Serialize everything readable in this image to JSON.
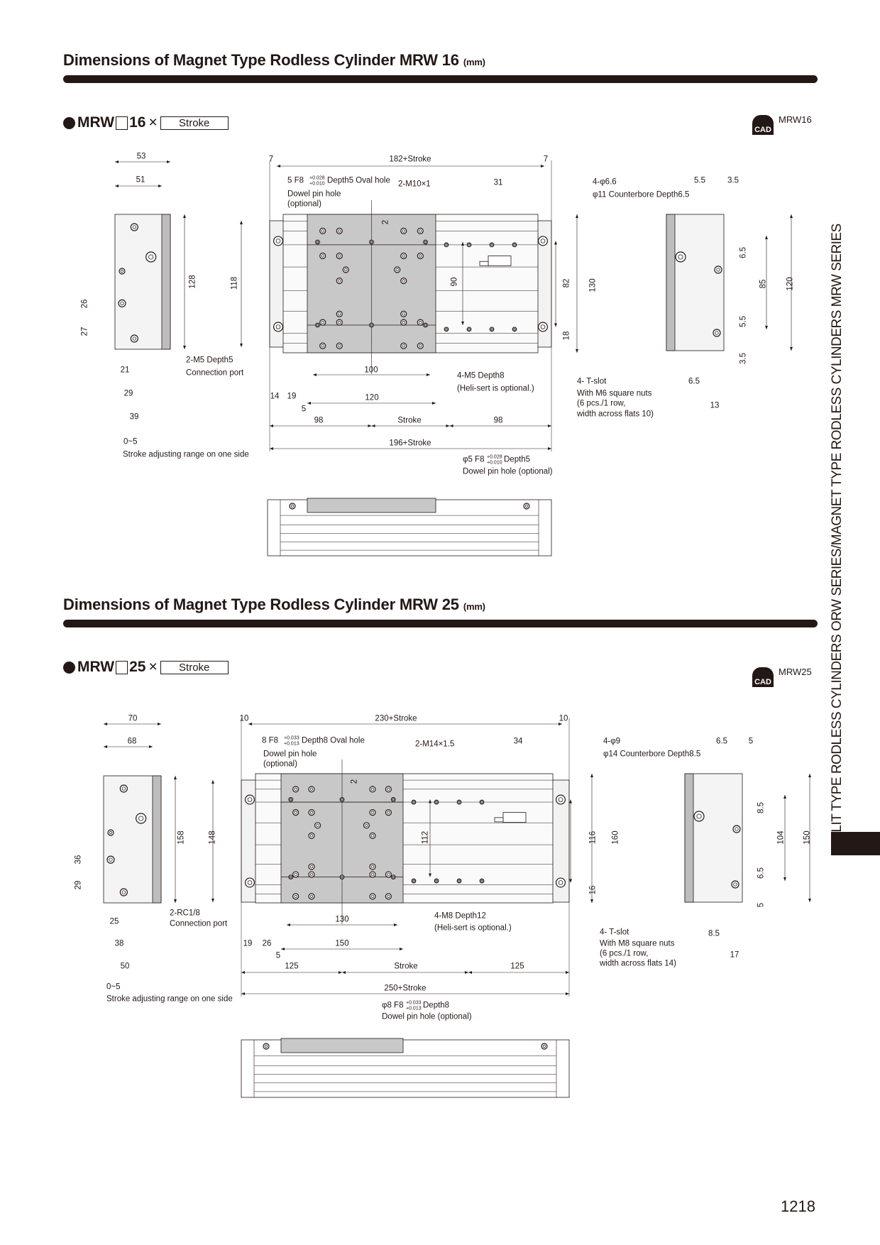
{
  "side_title": "SLIT TYPE RODLESS CYLINDERS ORW SERIES/MAGNET TYPE RODLESS CYLINDERS MRW SERIES",
  "page_number": "1218",
  "mrw16": {
    "title": "Dimensions of Magnet Type Rodless Cylinder MRW 16",
    "unit": "(mm)",
    "model_prefix": "MRW",
    "model_size": "16",
    "times": "×",
    "stroke_box": "Stroke",
    "cad_icon": "CAD",
    "cad_label": "MRW16",
    "labels": [
      "53",
      "51",
      "128",
      "26",
      "27",
      "21",
      "29",
      "39",
      "2-M5 Depth5",
      "Connection port",
      "0~5",
      "Stroke adjusting range on one side",
      "7",
      "182+Stroke",
      "7",
      "5 F8",
      "Depth5 Oval hole",
      "Dowel pin hole",
      "(optional)",
      "2-M10×1",
      "31",
      "4-φ6.6",
      "φ11 Counterbore  Depth6.5",
      "118",
      "90",
      "82",
      "130",
      "18",
      "2",
      "100",
      "4-M5 Depth8",
      "(Heli-sert is optional.)",
      "14",
      "19",
      "120",
      "5",
      "98",
      "Stroke",
      "98",
      "196+Stroke",
      "φ5 F8",
      "Depth5",
      "Dowel pin hole (optional)",
      "5.5",
      "3.5",
      "6.5",
      "85",
      "120",
      "5.5",
      "3.5",
      "4- T-slot",
      "With M6 square nuts",
      "(6 pcs./1 row,",
      "width across flats 10)",
      "6.5",
      "13",
      "+0.028",
      "+0.010",
      "+0.028",
      "+0.010"
    ]
  },
  "mrw25": {
    "title": "Dimensions of Magnet Type Rodless Cylinder MRW 25",
    "unit": "(mm)",
    "model_prefix": "MRW",
    "model_size": "25",
    "times": "×",
    "stroke_box": "Stroke",
    "cad_icon": "CAD",
    "cad_label": "MRW25",
    "labels": [
      "70",
      "68",
      "158",
      "36",
      "29",
      "25",
      "38",
      "50",
      "2-RC1/8",
      "Connection port",
      "0~5",
      "Stroke adjusting range on one side",
      "10",
      "230+Stroke",
      "10",
      "8 F8",
      "Depth8 Oval hole",
      "Dowel pin hole",
      "(optional)",
      "2-M14×1.5",
      "34",
      "4-φ9",
      "φ14 Counterbore  Depth8.5",
      "148",
      "112",
      "116",
      "160",
      "16",
      "2",
      "130",
      "4-M8 Depth12",
      "(Heli-sert is optional.)",
      "19",
      "26",
      "150",
      "5",
      "125",
      "Stroke",
      "125",
      "250+Stroke",
      "φ8 F8",
      "Depth8",
      "Dowel pin hole (optional)",
      "6.5",
      "5",
      "8.5",
      "104",
      "150",
      "6.5",
      "5",
      "4- T-slot",
      "With M8 square nuts",
      "(6 pcs./1 row,",
      "width across flats 14)",
      "8.5",
      "17",
      "+0.033",
      "+0.013",
      "+0.033",
      "+0.013"
    ]
  }
}
